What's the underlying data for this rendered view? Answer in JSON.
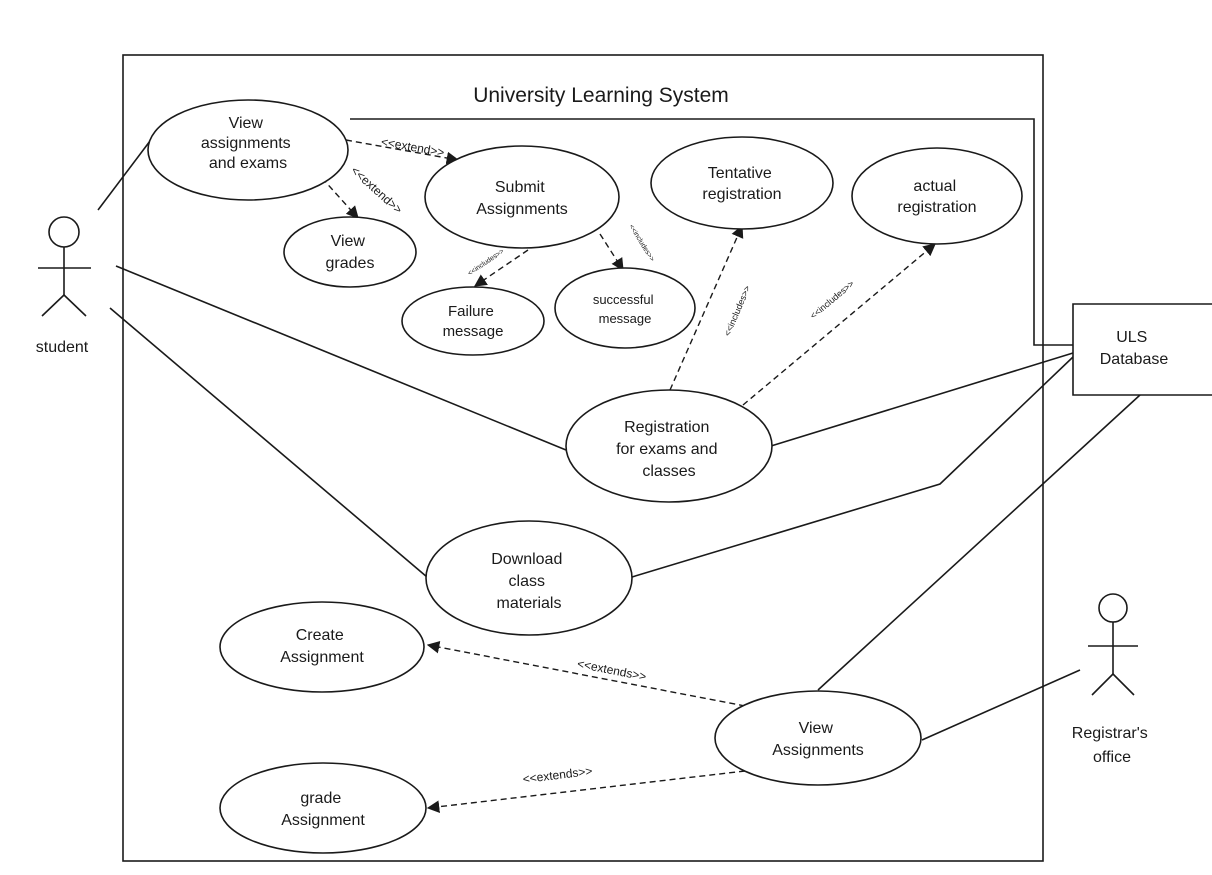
{
  "system": {
    "title": "University Learning System"
  },
  "actors": {
    "student": "student",
    "registrar_line1": "Registrar's",
    "registrar_line2": "office"
  },
  "database": {
    "line1": "ULS",
    "line2": "Database"
  },
  "use_cases": {
    "view_assignments_exams": [
      "View",
      "assignments",
      "and exams"
    ],
    "submit_assignments": [
      "Submit",
      "Assignments"
    ],
    "tentative_registration": [
      "Tentative",
      "registration"
    ],
    "actual_registration": [
      "actual",
      "registration"
    ],
    "view_grades": [
      "View",
      "grades"
    ],
    "failure_message": [
      "Failure",
      "message"
    ],
    "successful_message": [
      "successful",
      "message"
    ],
    "registration": [
      "Registration",
      "for exams and",
      "classes"
    ],
    "download_materials": [
      "Download",
      "class",
      "materials"
    ],
    "create_assignment": [
      "Create",
      "Assignment"
    ],
    "view_assignments": [
      "View",
      "Assignments"
    ],
    "grade_assignment": [
      "grade",
      "Assignment"
    ]
  },
  "relations": {
    "extend": "<<extend>>",
    "extends": "<<extends>>",
    "includes": "<<includes>>"
  }
}
